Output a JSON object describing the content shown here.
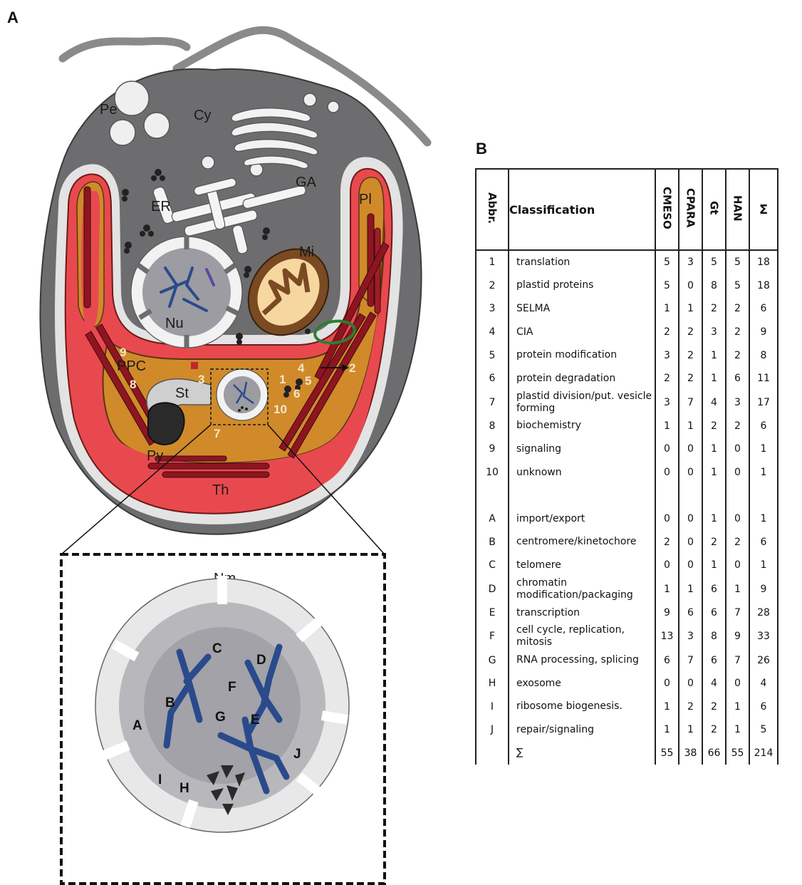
{
  "panel_a_label": "A",
  "panel_b_label": "B",
  "cell_labels": {
    "pe": "Pe",
    "cy": "Cy",
    "ga": "GA",
    "er": "ER",
    "pl": "Pl",
    "mi": "Mi",
    "nu": "Nu",
    "ppc": "PPC",
    "st": "St",
    "py": "Py",
    "th": "Th",
    "nm": "Nm"
  },
  "ppc_numbers": {
    "n9": "9",
    "n8": "8",
    "n3": "3",
    "n1": "1",
    "n4": "4",
    "n5": "5",
    "n6": "6",
    "n10": "10",
    "n7": "7",
    "n2": "2"
  },
  "nucleus_letters": {
    "a": "A",
    "b": "B",
    "c": "C",
    "d": "D",
    "e": "E",
    "f": "F",
    "g": "G",
    "h": "H",
    "i": "I",
    "j": "J"
  },
  "colors": {
    "cytoplasm": "#6d6d6f",
    "plastid_red": "#e8494f",
    "ppc_orange": "#d08a2a",
    "thylakoid": "#8e1520",
    "chromatin": "#2a4a8c",
    "membrane_light": "#e6e6e6",
    "flagellum": "#8a8a8a",
    "mito_green_ring": "#2e7d32"
  },
  "table": {
    "headers": {
      "abbr": "Abbr.",
      "classification": "Classification",
      "cmeso": "CMESO",
      "cpara": "CPARA",
      "gt": "Gt",
      "han": "HAN",
      "sum": "Σ"
    },
    "rows_numbered": [
      {
        "abbr": "1",
        "cls": "translation",
        "v": [
          "5",
          "3",
          "5",
          "5",
          "18"
        ]
      },
      {
        "abbr": "2",
        "cls": "plastid proteins",
        "v": [
          "5",
          "0",
          "8",
          "5",
          "18"
        ]
      },
      {
        "abbr": "3",
        "cls": "SELMA",
        "v": [
          "1",
          "1",
          "2",
          "2",
          "6"
        ]
      },
      {
        "abbr": "4",
        "cls": "CIA",
        "v": [
          "2",
          "2",
          "3",
          "2",
          "9"
        ]
      },
      {
        "abbr": "5",
        "cls": "protein modification",
        "v": [
          "3",
          "2",
          "1",
          "2",
          "8"
        ]
      },
      {
        "abbr": "6",
        "cls": "protein degradation",
        "v": [
          "2",
          "2",
          "1",
          "6",
          "11"
        ]
      },
      {
        "abbr": "7",
        "cls": "plastid division/put. vesicle forming",
        "v": [
          "3",
          "7",
          "4",
          "3",
          "17"
        ]
      },
      {
        "abbr": "8",
        "cls": "biochemistry",
        "v": [
          "1",
          "1",
          "2",
          "2",
          "6"
        ]
      },
      {
        "abbr": "9",
        "cls": "signaling",
        "v": [
          "0",
          "0",
          "1",
          "0",
          "1"
        ]
      },
      {
        "abbr": "10",
        "cls": "unknown",
        "v": [
          "0",
          "0",
          "1",
          "0",
          "1"
        ]
      }
    ],
    "rows_lettered": [
      {
        "abbr": "A",
        "cls": "import/export",
        "v": [
          "0",
          "0",
          "1",
          "0",
          "1"
        ]
      },
      {
        "abbr": "B",
        "cls": "centromere/kinetochore",
        "v": [
          "2",
          "0",
          "2",
          "2",
          "6"
        ]
      },
      {
        "abbr": "C",
        "cls": "telomere",
        "v": [
          "0",
          "0",
          "1",
          "0",
          "1"
        ]
      },
      {
        "abbr": "D",
        "cls": "chromatin modification/packaging",
        "v": [
          "1",
          "1",
          "6",
          "1",
          "9"
        ]
      },
      {
        "abbr": "E",
        "cls": "transcription",
        "v": [
          "9",
          "6",
          "6",
          "7",
          "28"
        ]
      },
      {
        "abbr": "F",
        "cls": "cell cycle, replication, mitosis",
        "v": [
          "13",
          "3",
          "8",
          "9",
          "33"
        ]
      },
      {
        "abbr": "G",
        "cls": "RNA processing, splicing",
        "v": [
          "6",
          "7",
          "6",
          "7",
          "26"
        ]
      },
      {
        "abbr": "H",
        "cls": "exosome",
        "v": [
          "0",
          "0",
          "4",
          "0",
          "4"
        ]
      },
      {
        "abbr": "I",
        "cls": "ribosome biogenesis.",
        "v": [
          "1",
          "2",
          "2",
          "1",
          "6"
        ]
      },
      {
        "abbr": "J",
        "cls": "repair/signaling",
        "v": [
          "1",
          "1",
          "2",
          "1",
          "5"
        ]
      }
    ],
    "total_row": {
      "abbr": "",
      "cls": "∑",
      "v": [
        "55",
        "38",
        "66",
        "55",
        "214"
      ]
    }
  }
}
